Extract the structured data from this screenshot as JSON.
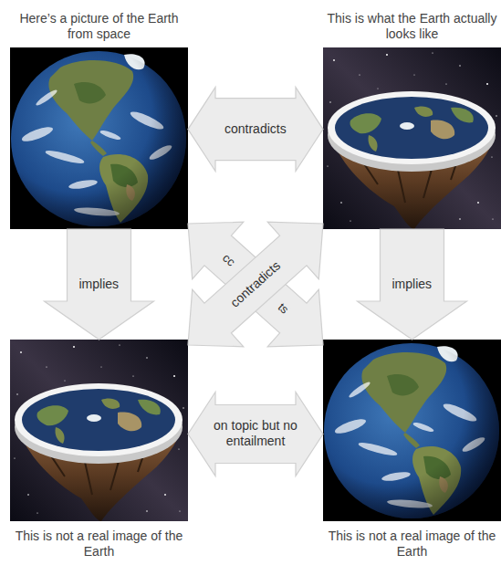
{
  "diagram": {
    "nodes": [
      {
        "text": [
          "Here’s a picture of the Earth from space"
        ]
      },
      {
        "text": [
          "This is what the Earth actually looks like"
        ]
      },
      {
        "text": [
          "This is not a real image of the Earth"
        ]
      },
      {
        "text": [
          "This is not a real image of the Earth"
        ]
      }
    ],
    "edges": [
      {
        "from": 0,
        "to": 1,
        "label": "contradicts",
        "arrow": "both"
      },
      {
        "from": 0,
        "to": 2,
        "label": "implies",
        "arrow": "to"
      },
      {
        "from": 1,
        "to": 3,
        "label": "implies",
        "arrow": "to"
      },
      {
        "from": 0,
        "to": 3,
        "arrow": "both"
      },
      {
        "from": 2,
        "to": 1,
        "label": "contradicts",
        "arrow": "both"
      },
      {
        "from": 2,
        "to": 3,
        "label": "on topic but no entailment",
        "arrow": "both"
      }
    ],
    "labels": [
      "cc",
      "ts"
    ]
  }
}
